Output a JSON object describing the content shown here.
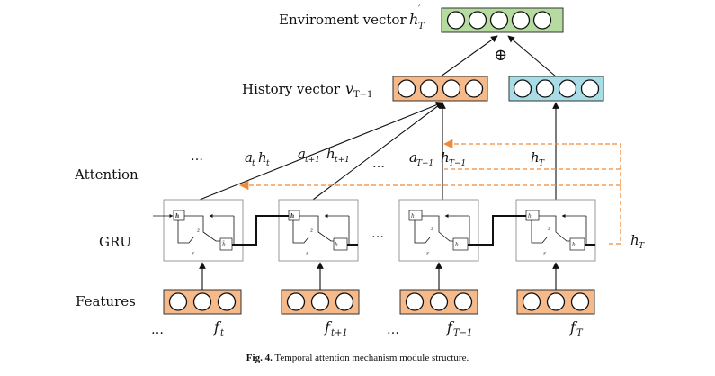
{
  "labels": {
    "environment_vector": "Enviroment vector",
    "history_vector": "History vector",
    "attention": "Attention",
    "gru": "GRU",
    "features": "Features"
  },
  "symbols": {
    "h_T_prime": "h′T",
    "v_T_minus_1": "vT−1",
    "oplus": "⊕",
    "a_t_h_t": "at ht",
    "a_t1_h_t1": "at+1 ht+1",
    "a_T1_h_T1": "aT−1 hT−1",
    "h_T": "hT",
    "h_T_side": "hT",
    "ellipsis": "…",
    "f_t": "ft",
    "f_t1": "ft+1",
    "f_T1": "fT−1",
    "f_T": "fT"
  },
  "caption": {
    "figure_no": "Fig. 4.",
    "text": "Temporal attention mechanism module structure."
  },
  "colors": {
    "orange_fill": "#f6b98a",
    "blue_fill": "#a9dde6",
    "green_fill": "#b5dba0",
    "dashed_arrow": "#f08a3a",
    "line": "#111111",
    "gru_box": "#999999"
  }
}
